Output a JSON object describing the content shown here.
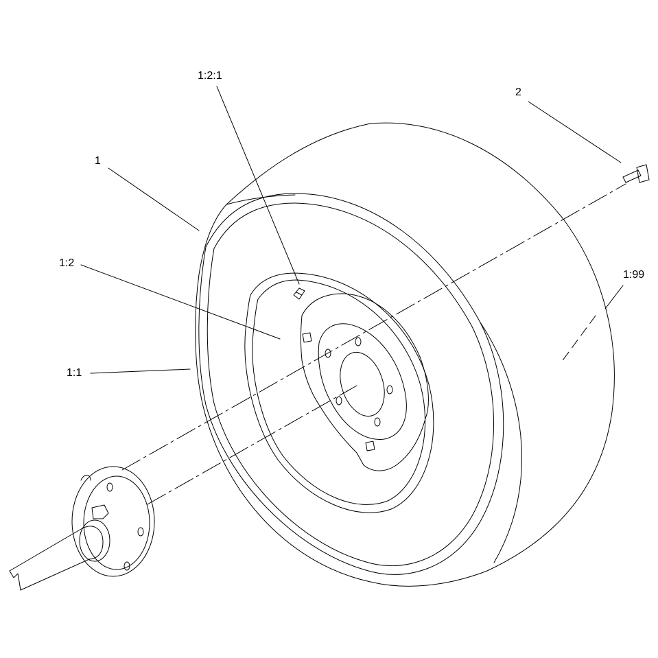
{
  "diagram": {
    "line_color": "#000000",
    "callouts": {
      "c_1_2_1": "1:2:1",
      "c_2": "2",
      "c_1": "1",
      "c_1_2": "1:2",
      "c_1_99": "1:99",
      "c_1_1": "1:1"
    }
  }
}
